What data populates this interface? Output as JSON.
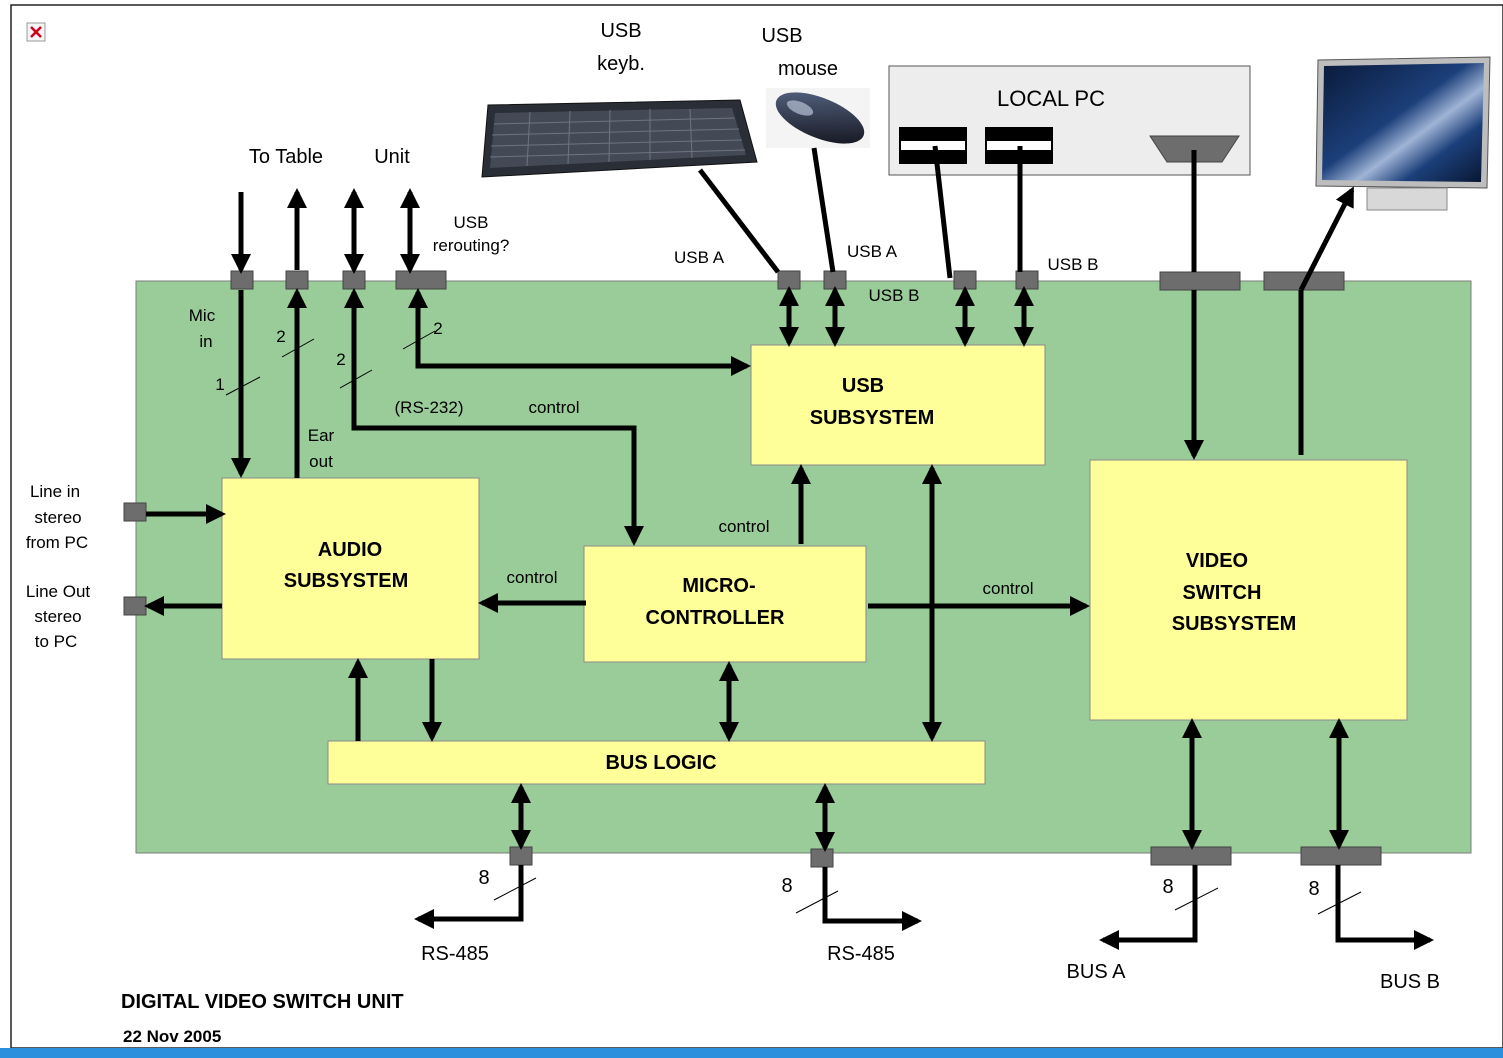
{
  "title": "DIGITAL VIDEO SWITCH UNIT",
  "date": "22 Nov 2005",
  "blocks": {
    "audio": [
      "AUDIO",
      "SUBSYSTEM"
    ],
    "usb": [
      "USB",
      "SUBSYSTEM"
    ],
    "micro": [
      "MICRO-",
      "CONTROLLER"
    ],
    "video": [
      "VIDEO",
      "SWITCH",
      "SUBSYSTEM"
    ],
    "bus": "BUS LOGIC"
  },
  "devices": {
    "keyboard": [
      "USB",
      "keyb."
    ],
    "mouse": [
      "USB",
      "mouse"
    ],
    "local_pc": "LOCAL PC"
  },
  "top_labels": {
    "to_table": "To Table",
    "unit": "Unit",
    "usb_rerouting": [
      "USB",
      "rerouting?"
    ],
    "usb_a_1": "USB A",
    "usb_a_2": "USB A",
    "usb_b_1": "USB B",
    "usb_b_2": "USB B"
  },
  "wire_labels": {
    "mic_in": [
      "Mic",
      "in"
    ],
    "ear_out": [
      "Ear",
      "out"
    ],
    "rs232": "(RS-232)",
    "control_top": "control",
    "control_usb": "control",
    "control_audio": "control",
    "control_video": "control",
    "count_1": "1",
    "count_2a": "2",
    "count_2b": "2",
    "count_2c": "2"
  },
  "side_labels": {
    "line_in": [
      "Line in",
      "stereo",
      "from PC"
    ],
    "line_out": [
      "Line Out",
      "stereo",
      "to PC"
    ]
  },
  "bottom_labels": {
    "rs485_1": "RS-485",
    "rs485_2": "RS-485",
    "bus_a": "BUS A",
    "bus_b": "BUS B",
    "width_1": "8",
    "width_2": "8",
    "width_3": "8",
    "width_4": "8"
  },
  "colors": {
    "board": "#99cc99",
    "block": "#ffff99",
    "port": "#6d6d6d",
    "bottom_bar": "#2b8fde"
  },
  "icons": [
    "broken-image-icon",
    "keyboard-icon",
    "mouse-icon",
    "monitor-icon"
  ]
}
